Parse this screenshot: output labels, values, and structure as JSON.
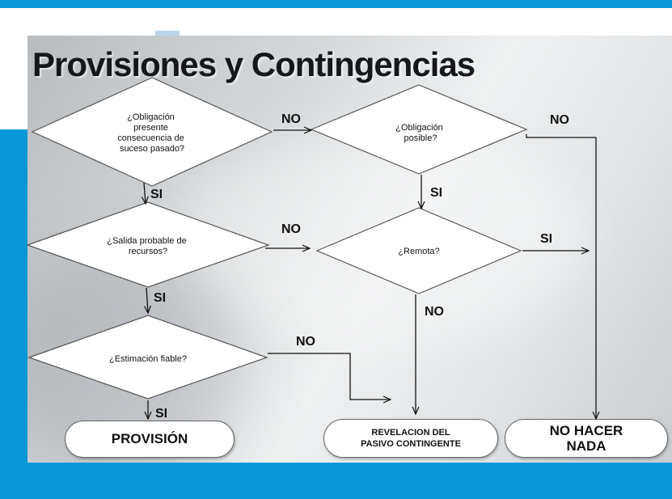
{
  "title": "Provisiones y Contingencias",
  "diamonds": {
    "d1": [
      "¿Obligación",
      "presente",
      "consecuencia de",
      "suceso pasado?"
    ],
    "d2": [
      "¿Obligación",
      "posible?"
    ],
    "d3": [
      "¿Salida probable de",
      "recursos?"
    ],
    "d4": [
      "¿Remota?"
    ],
    "d5": [
      "¿Estimación fiable?"
    ]
  },
  "labels": {
    "no1": "NO",
    "no2": "NO",
    "no3": "NO",
    "no4": "NO",
    "no5": "NO",
    "si1": "SI",
    "si2": "SI",
    "si3": "SI",
    "si4": "SI",
    "si5": "SI"
  },
  "terminals": {
    "provision": "PROVISIÓN",
    "revelacion": "REVELACION DEL\nPASIVO CONTINGENTE",
    "no_hacer": "NO HACER\nNADA"
  }
}
